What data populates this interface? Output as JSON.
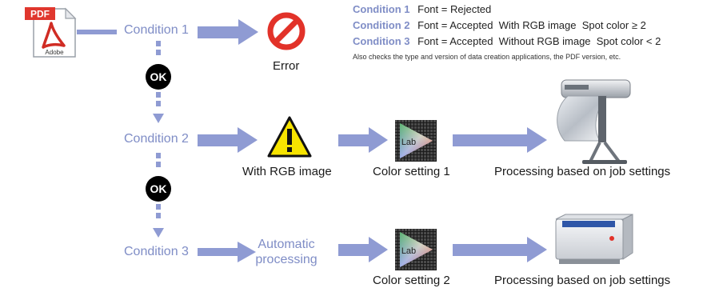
{
  "colors": {
    "accent": "#7f8dc6",
    "arrow": "#8f9bd3",
    "error_red": "#e23229",
    "warning_yellow": "#f7e400",
    "pdf_red": "#e0372e",
    "ok_badge": "#000000"
  },
  "pdf_icon": {
    "badge": "PDF",
    "label": "Adobe"
  },
  "conditions": {
    "c1": "Condition 1",
    "c2": "Condition 2",
    "c3": "Condition 3"
  },
  "ok_badge": "OK",
  "outcomes": {
    "error": "Error",
    "rgb": "With RGB image",
    "auto_line1": "Automatic",
    "auto_line2": "processing",
    "color_setting_1": "Color setting 1",
    "color_setting_2": "Color setting 2",
    "processing_1": "Processing based on job settings",
    "processing_2": "Processing based on job settings"
  },
  "lab_badge": "Lab",
  "legend": {
    "items": [
      {
        "key": "Condition 1",
        "text": "Font = Rejected"
      },
      {
        "key": "Condition 2",
        "text": "Font = Accepted  With RGB image  Spot color ≥ 2"
      },
      {
        "key": "Condition 3",
        "text": "Font = Accepted  Without RGB image  Spot color < 2"
      }
    ],
    "note": "Also checks the type and version of data creation applications, the PDF version, etc."
  },
  "icons": [
    "pdf-file-icon",
    "error-prohibited-icon",
    "warning-icon",
    "lab-color-gamut-icon",
    "large-format-printer-icon",
    "plate-setter-icon"
  ]
}
